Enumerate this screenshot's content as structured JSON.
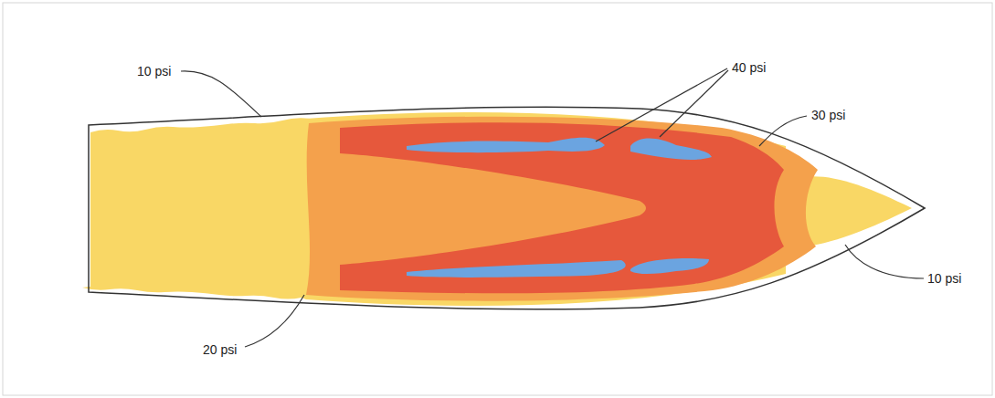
{
  "diagram": {
    "labels": [
      "10 psi",
      "40 psi",
      "30 psi",
      "10 psi",
      "20 psi"
    ]
  }
}
